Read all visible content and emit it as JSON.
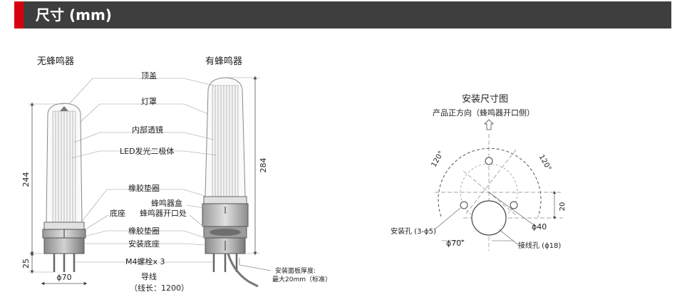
{
  "header": {
    "title": "尺寸 (mm)",
    "accent_color": "#d7000f",
    "bar_color": "#3e3e3e"
  },
  "left_unit": {
    "title": "无蜂鸣器",
    "height": "244",
    "bottom": "25",
    "width": "ϕ70"
  },
  "right_unit": {
    "title": "有蜂鸣器",
    "height": "284"
  },
  "callouts": {
    "top_cap": "顶盖",
    "lamp_cover": "灯罩",
    "inner_lens": "内部透镜",
    "led": "LED发光二极体",
    "rubber_gasket_top": "橡胶垫圈",
    "buzzer_box": "蜂鸣器盒",
    "base": "底座",
    "buzzer_opening": "蜂鸣器开口处",
    "rubber_gasket_bottom": "橡胶垫圈",
    "mount_base": "安装底座",
    "bolt": "M4螺栓x 3",
    "wire": "导线",
    "wire_length": "（线长：1200）",
    "panel_thickness_1": "安装面板厚度:",
    "panel_thickness_2": "最大20mm（标准）"
  },
  "mount": {
    "title": "安装尺寸图",
    "front": "产品正方向（蜂鸣器开口侧）",
    "angle_left": "120°",
    "angle_right": "120°",
    "dim_20": "20",
    "dim_40": "ϕ40",
    "hole": "安装孔 (3-ϕ5)",
    "dia_70": "ϕ70",
    "wire_hole": "接线孔 (ϕ18)"
  }
}
